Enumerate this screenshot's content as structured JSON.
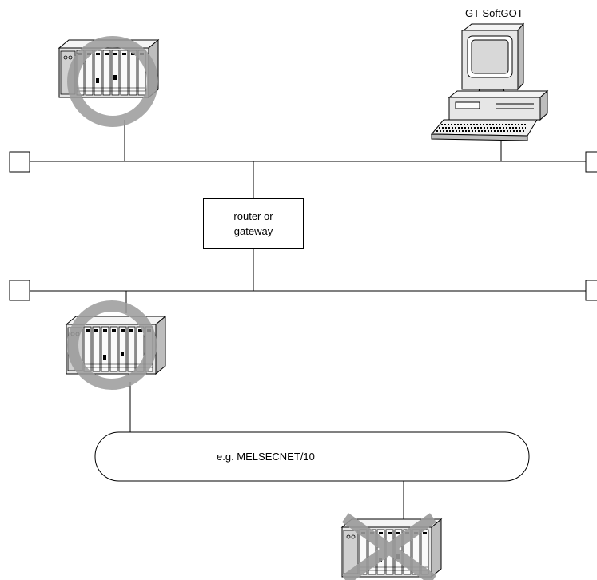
{
  "labels": {
    "softgot": "GT SoftGOT",
    "router_line1": "router or",
    "router_line2": "gateway",
    "network": "e.g. MELSECNET/10"
  },
  "colors": {
    "line": "#000000",
    "access_ring": "#9a9a9a",
    "denied_cross": "#9a9a9a",
    "equipment_fill": "#e6e6e6"
  },
  "status": {
    "plc_top": "reachable",
    "plc_middle": "reachable",
    "plc_bottom": "unreachable"
  }
}
